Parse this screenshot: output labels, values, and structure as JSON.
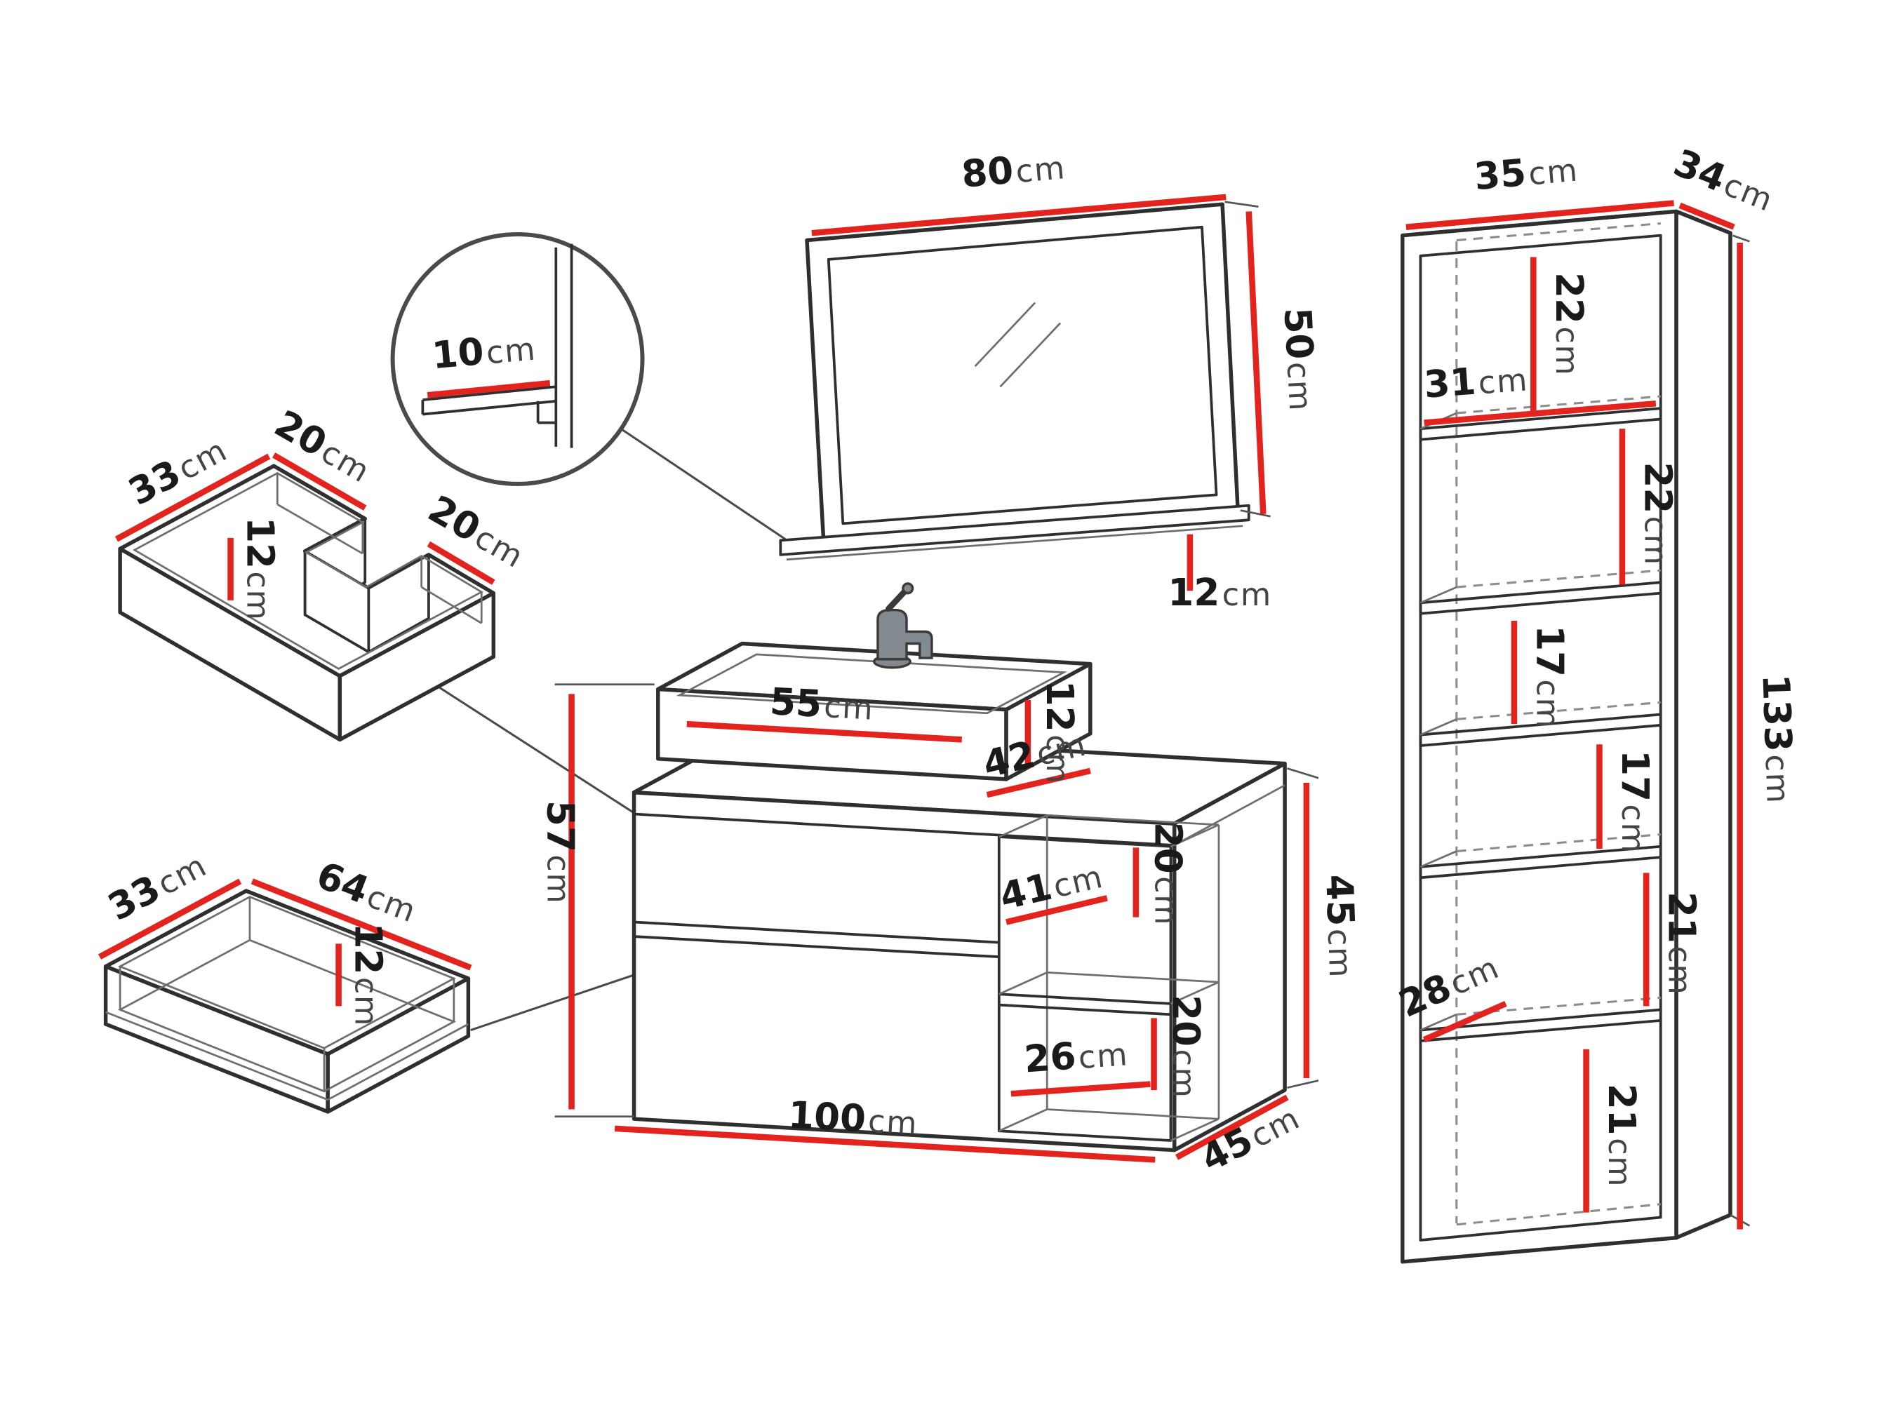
{
  "unit": "cm",
  "colors": {
    "accent": "#e2231e",
    "outline": "#2f2f2f",
    "interior": "#8c8c8c",
    "detail": "#4a4a4a"
  },
  "mirror": {
    "width": {
      "v": "80",
      "u": "cm"
    },
    "height": {
      "v": "50",
      "u": "cm"
    },
    "drop": {
      "v": "12",
      "u": "cm"
    },
    "shelf_detail": {
      "v": "10",
      "u": "cm"
    }
  },
  "tall_cabinet": {
    "width": {
      "v": "35",
      "u": "cm"
    },
    "depth": {
      "v": "34",
      "u": "cm"
    },
    "height": {
      "v": "133",
      "u": "cm"
    },
    "shelf_width": {
      "v": "31",
      "u": "cm"
    },
    "inner_depth": {
      "v": "28",
      "u": "cm"
    },
    "sections": [
      {
        "v": "22",
        "u": "cm"
      },
      {
        "v": "22",
        "u": "cm"
      },
      {
        "v": "17",
        "u": "cm"
      },
      {
        "v": "17",
        "u": "cm"
      },
      {
        "v": "21",
        "u": "cm"
      },
      {
        "v": "21",
        "u": "cm"
      }
    ]
  },
  "u_drawer": {
    "width": {
      "v": "33",
      "u": "cm"
    },
    "back_left_section": {
      "v": "20",
      "u": "cm"
    },
    "back_right_section": {
      "v": "20",
      "u": "cm"
    },
    "height": {
      "v": "12",
      "u": "cm"
    }
  },
  "drawer": {
    "width": {
      "v": "33",
      "u": "cm"
    },
    "length": {
      "v": "64",
      "u": "cm"
    },
    "height": {
      "v": "12",
      "u": "cm"
    }
  },
  "vanity": {
    "width": {
      "v": "100",
      "u": "cm"
    },
    "depth": {
      "v": "45",
      "u": "cm"
    },
    "total_height": {
      "v": "57",
      "u": "cm"
    },
    "side_height": {
      "v": "45",
      "u": "cm"
    },
    "top_depth": {
      "v": "42",
      "u": "cm"
    },
    "basin_width": {
      "v": "55",
      "u": "cm"
    },
    "basin_height": {
      "v": "12",
      "u": "cm"
    },
    "niche_width": {
      "v": "41",
      "u": "cm"
    },
    "niche_upper_height": {
      "v": "20",
      "u": "cm"
    },
    "niche_bottom_width": {
      "v": "26",
      "u": "cm"
    },
    "niche_lower_height": {
      "v": "20",
      "u": "cm"
    }
  }
}
